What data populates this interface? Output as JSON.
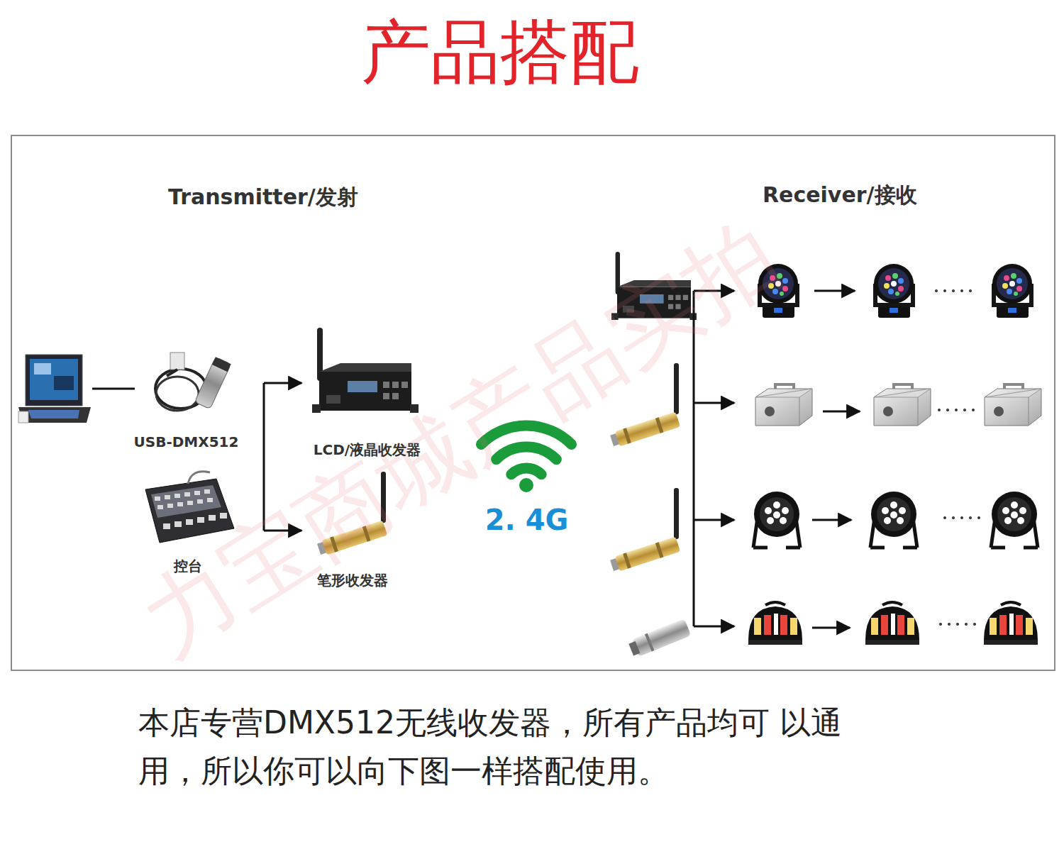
{
  "diagram": {
    "title": "产品搭配",
    "caption": "本店专营DMX512无线收发器，所有产品均可 以通用，所以你可以向下图一样搭配使用。",
    "nodes": [
      {
        "text": [
          "USB-DMX512"
        ]
      },
      {
        "text": [
          "控台"
        ]
      },
      {
        "text": [
          "LCD/液晶收发器"
        ]
      },
      {
        "text": [
          "笔形收发器"
        ]
      },
      {
        "text": [
          "2. 4G"
        ]
      }
    ],
    "labels": [
      "Transmitter/发射",
      "Receiver/接收",
      "力宝商城产品实拍"
    ]
  }
}
